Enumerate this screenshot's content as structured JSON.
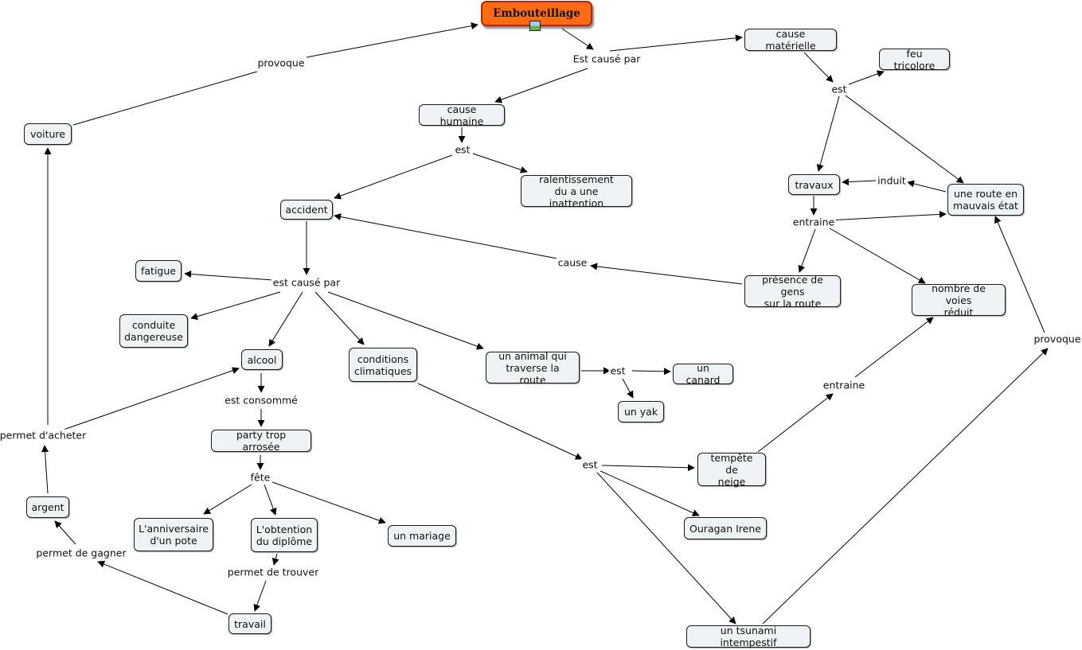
{
  "colors": {
    "root_fill": "#ff6a12",
    "node_fill": "#eef3f5",
    "line": "#000000"
  },
  "root": {
    "label": "Embouteillage",
    "icon": "image-icon"
  },
  "concepts": {
    "cause_materielle": "cause matérielle",
    "feu_tricolore": "feu tricolore",
    "cause_humaine": "cause humaine",
    "ralentissement": "ralentissement\ndu a une inattention",
    "accident": "accident",
    "travaux": "travaux",
    "route_mauvais_etat": "une route en\nmauvais état",
    "fatigue": "fatigue",
    "presence_gens": "présence de gens\nsur la route",
    "nombre_voies": "nombre de voies\nréduit",
    "conduite_dangereuse": "conduite\ndangereuse",
    "alcool": "alcool",
    "conditions_climatiques": "conditions\nclimatiques",
    "animal": "un animal qui\ntraverse la route",
    "canard": "un canard",
    "yak": "un yak",
    "voiture": "voiture",
    "party": "party trop arrosée",
    "tempete": "tempête de\nneige",
    "ouragan": "Ouragan Irene",
    "argent": "argent",
    "anniversaire": "L'anniversaire\nd'un pote",
    "diplome": "L'obtention\ndu diplôme",
    "mariage": "un mariage",
    "travail": "travail",
    "tsunami": "un tsunami intempestif"
  },
  "link_labels": {
    "est_cause_par_top": "Est causé par",
    "provoque_top": "provoque",
    "est_materielle": "est",
    "est_humaine": "est",
    "induit": "induit",
    "entraine_travaux": "entraine",
    "cause": "cause",
    "est_cause_par_accident": "est causé par",
    "provoque_right": "provoque",
    "est_animal": "est",
    "entraine_tempete": "entraine",
    "est_consomme": "est consommé",
    "permet_acheter": "permet d'acheter",
    "est_conditions": "est",
    "fete": "fête",
    "permet_gagner": "permet de gagner",
    "permet_trouver": "permet de trouver"
  }
}
